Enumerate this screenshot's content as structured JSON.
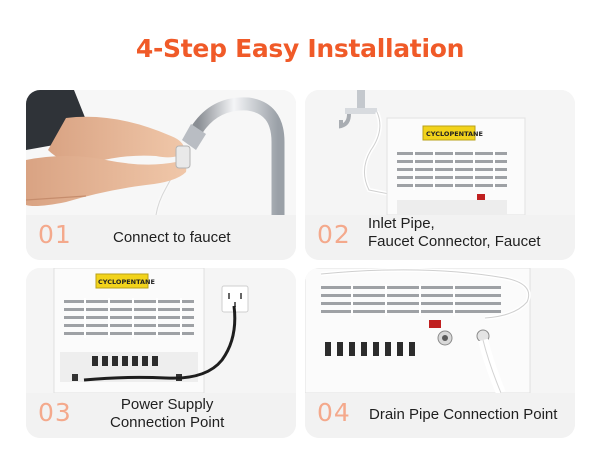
{
  "title": "4-Step Easy Installation",
  "steps": [
    {
      "number": "01",
      "lines": [
        "Connect to faucet"
      ]
    },
    {
      "number": "02",
      "lines": [
        "Inlet Pipe,",
        "Faucet Connector, Faucet"
      ]
    },
    {
      "number": "03",
      "lines": [
        "Power Supply",
        "Connection Point"
      ]
    },
    {
      "number": "04",
      "lines": [
        "Drain Pipe Connection Point"
      ]
    }
  ],
  "photo_text": {
    "warning_label": "CYCLOPENTANE"
  },
  "colors": {
    "title": "#f05a28",
    "step_number": "#f4a98c",
    "card_bg": "#f2f2f2",
    "warning_yellow": "#f2d31b"
  }
}
